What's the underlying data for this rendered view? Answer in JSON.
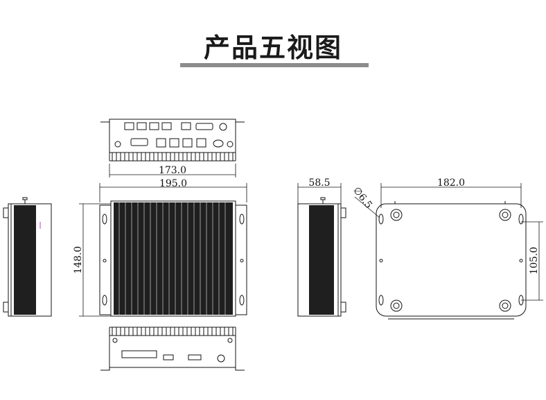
{
  "page": {
    "title": "产品五视图"
  },
  "dimensions": {
    "top_width": "173.0",
    "front_width": "195.0",
    "front_height": "148.0",
    "side_depth": "58.5",
    "hole_diameter": "∅6.5",
    "bottom_width": "182.0",
    "bottom_height": "105.0"
  },
  "colors": {
    "line": "#111111",
    "fin": "#1a1a1a",
    "rule": "#8c8c8c",
    "marker": "#cc33cc"
  }
}
